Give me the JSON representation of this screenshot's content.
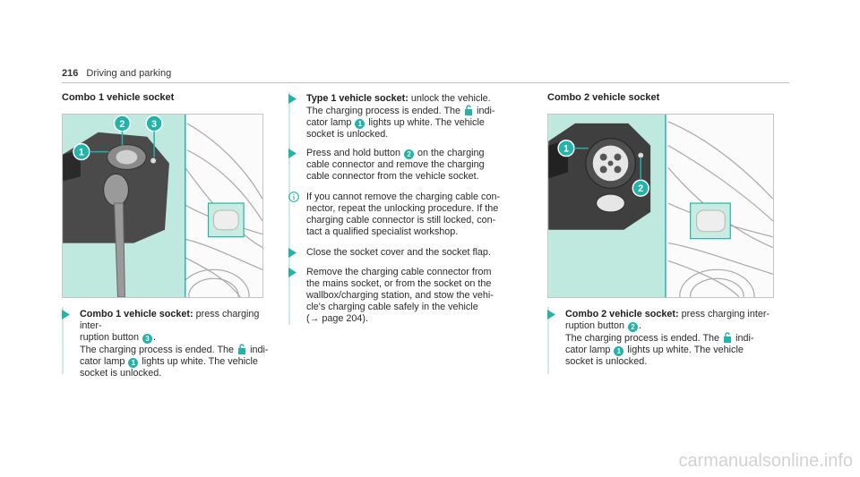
{
  "header": {
    "page_number": "216",
    "section": "Driving and parking"
  },
  "combo1": {
    "title": "Combo 1 vehicle socket",
    "callouts": [
      "1",
      "2",
      "3"
    ],
    "step": {
      "bold": "Combo 1 vehicle socket:",
      "l1": "press charging inter-",
      "l2a": "ruption button",
      "l2b": "3",
      "l2c": ".",
      "l3a": "The charging process is ended. The",
      "l3b": "indi-",
      "l4a": "cator lamp",
      "l4b": "1",
      "l4c": "lights up white. The vehicle",
      "l5": "socket is unlocked."
    }
  },
  "type1": {
    "s1": {
      "bold": "Type 1 vehicle socket:",
      "l1": "unlock the vehicle.",
      "l2a": "The charging process is ended. The",
      "l2b": "indi-",
      "l3a": "cator lamp",
      "l3b": "1",
      "l3c": "lights up white. The vehicle",
      "l4": "socket is unlocked."
    },
    "s2": {
      "l1a": "Press and hold button",
      "l1b": "2",
      "l1c": "on the charging",
      "l2": "cable connector and remove the charging",
      "l3": "cable connector from the vehicle socket."
    },
    "note": {
      "l1": "If you cannot remove the charging cable con-",
      "l2": "nector, repeat the unlocking procedure. If the",
      "l3": "charging cable connector is still locked, con-",
      "l4": "tact a qualified specialist workshop."
    },
    "s3": {
      "l1": "Close the socket cover and the socket flap."
    },
    "s4": {
      "l1": "Remove the charging cable connector from",
      "l2": "the mains socket, or from the socket on the",
      "l3": "wallbox/charging station, and stow the vehi-",
      "l4": "cle's charging cable safely in the vehicle",
      "l5": "(→ page 204)."
    }
  },
  "combo2": {
    "title": "Combo 2 vehicle socket",
    "callouts": [
      "1",
      "2"
    ],
    "step": {
      "bold": "Combo 2 vehicle socket:",
      "l1": "press charging inter-",
      "l2a": "ruption button",
      "l2b": "2",
      "l2c": ".",
      "l3a": "The charging process is ended. The",
      "l3b": "indi-",
      "l4a": "cator lamp",
      "l4b": "1",
      "l4c": "lights up white. The vehicle",
      "l5": "socket is unlocked."
    }
  },
  "watermark": "carmanualsonline.info",
  "colors": {
    "accent": "#23b3a8",
    "inset_bg": "#bfe8de",
    "line": "#a7a7a7"
  },
  "icons": [
    "play-arrow-icon",
    "unlock-icon",
    "info-icon"
  ]
}
